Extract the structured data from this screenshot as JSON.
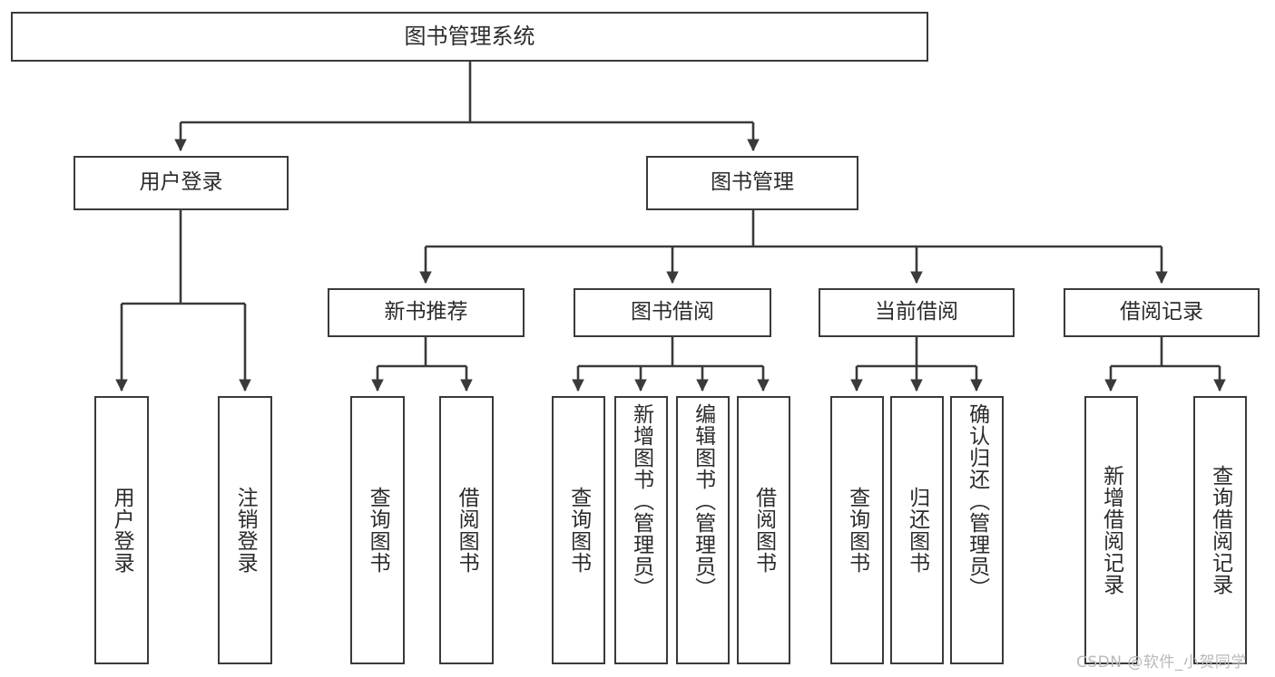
{
  "diagram": {
    "title": "图书管理系统",
    "type": "tree",
    "watermark": "CSDN @软件_小贺同学",
    "edge_color": "#3a3a3a",
    "box_border_color": "#3a3a3a",
    "background_color": "#ffffff",
    "text_color": "#2b2b2b"
  },
  "nodes": {
    "root": {
      "label": "图书管理系统"
    },
    "level2": [
      {
        "id": "user-login",
        "label": "用户登录"
      },
      {
        "id": "book-manage",
        "label": "图书管理"
      }
    ],
    "level3": [
      {
        "id": "new-book-recommend",
        "label": "新书推荐"
      },
      {
        "id": "book-borrow",
        "label": "图书借阅"
      },
      {
        "id": "current-borrow",
        "label": "当前借阅"
      },
      {
        "id": "borrow-record",
        "label": "借阅记录"
      }
    ],
    "leaves": {
      "user-login": [
        {
          "id": "leaf-user-login",
          "label": "用户登录"
        },
        {
          "id": "leaf-user-logout",
          "label": "注销登录"
        }
      ],
      "new-book-recommend": [
        {
          "id": "leaf-query-book-1",
          "label": "查询图书"
        },
        {
          "id": "leaf-borrow-book-1",
          "label": "借阅图书"
        }
      ],
      "book-borrow": [
        {
          "id": "leaf-query-book-2",
          "label": "查询图书"
        },
        {
          "id": "leaf-add-book",
          "label": "新增图书（管理员）"
        },
        {
          "id": "leaf-edit-book",
          "label": "编辑图书（管理员）"
        },
        {
          "id": "leaf-borrow-book-2",
          "label": "借阅图书"
        }
      ],
      "current-borrow": [
        {
          "id": "leaf-query-book-3",
          "label": "查询图书"
        },
        {
          "id": "leaf-return-book",
          "label": "归还图书"
        },
        {
          "id": "leaf-confirm-return",
          "label": "确认归还（管理员）"
        }
      ],
      "borrow-record": [
        {
          "id": "leaf-add-record",
          "label": "新增借阅记录"
        },
        {
          "id": "leaf-query-record",
          "label": "查询借阅记录"
        }
      ]
    }
  }
}
